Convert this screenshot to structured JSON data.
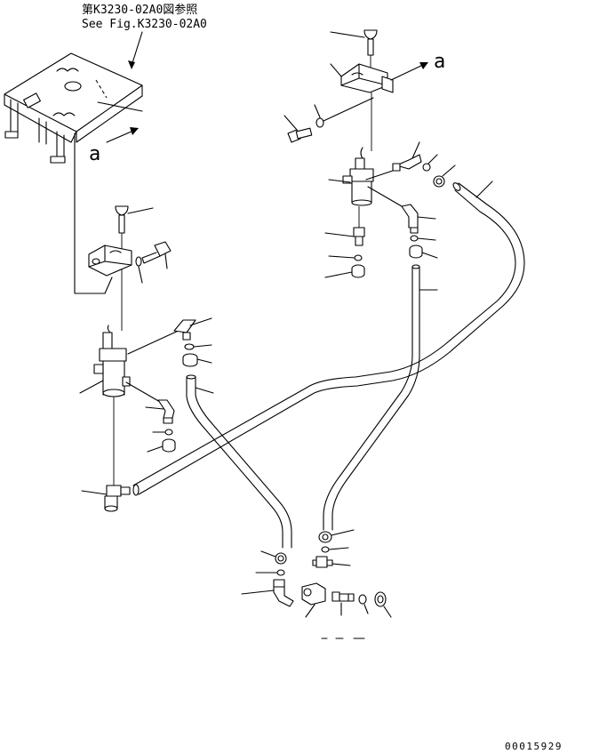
{
  "reference": {
    "line_jp": "第K3230-02A0図参照",
    "line_en": "See Fig.K3230-02A0"
  },
  "view_labels": {
    "left": "a",
    "right": "a"
  },
  "drawing_code": "00015929"
}
